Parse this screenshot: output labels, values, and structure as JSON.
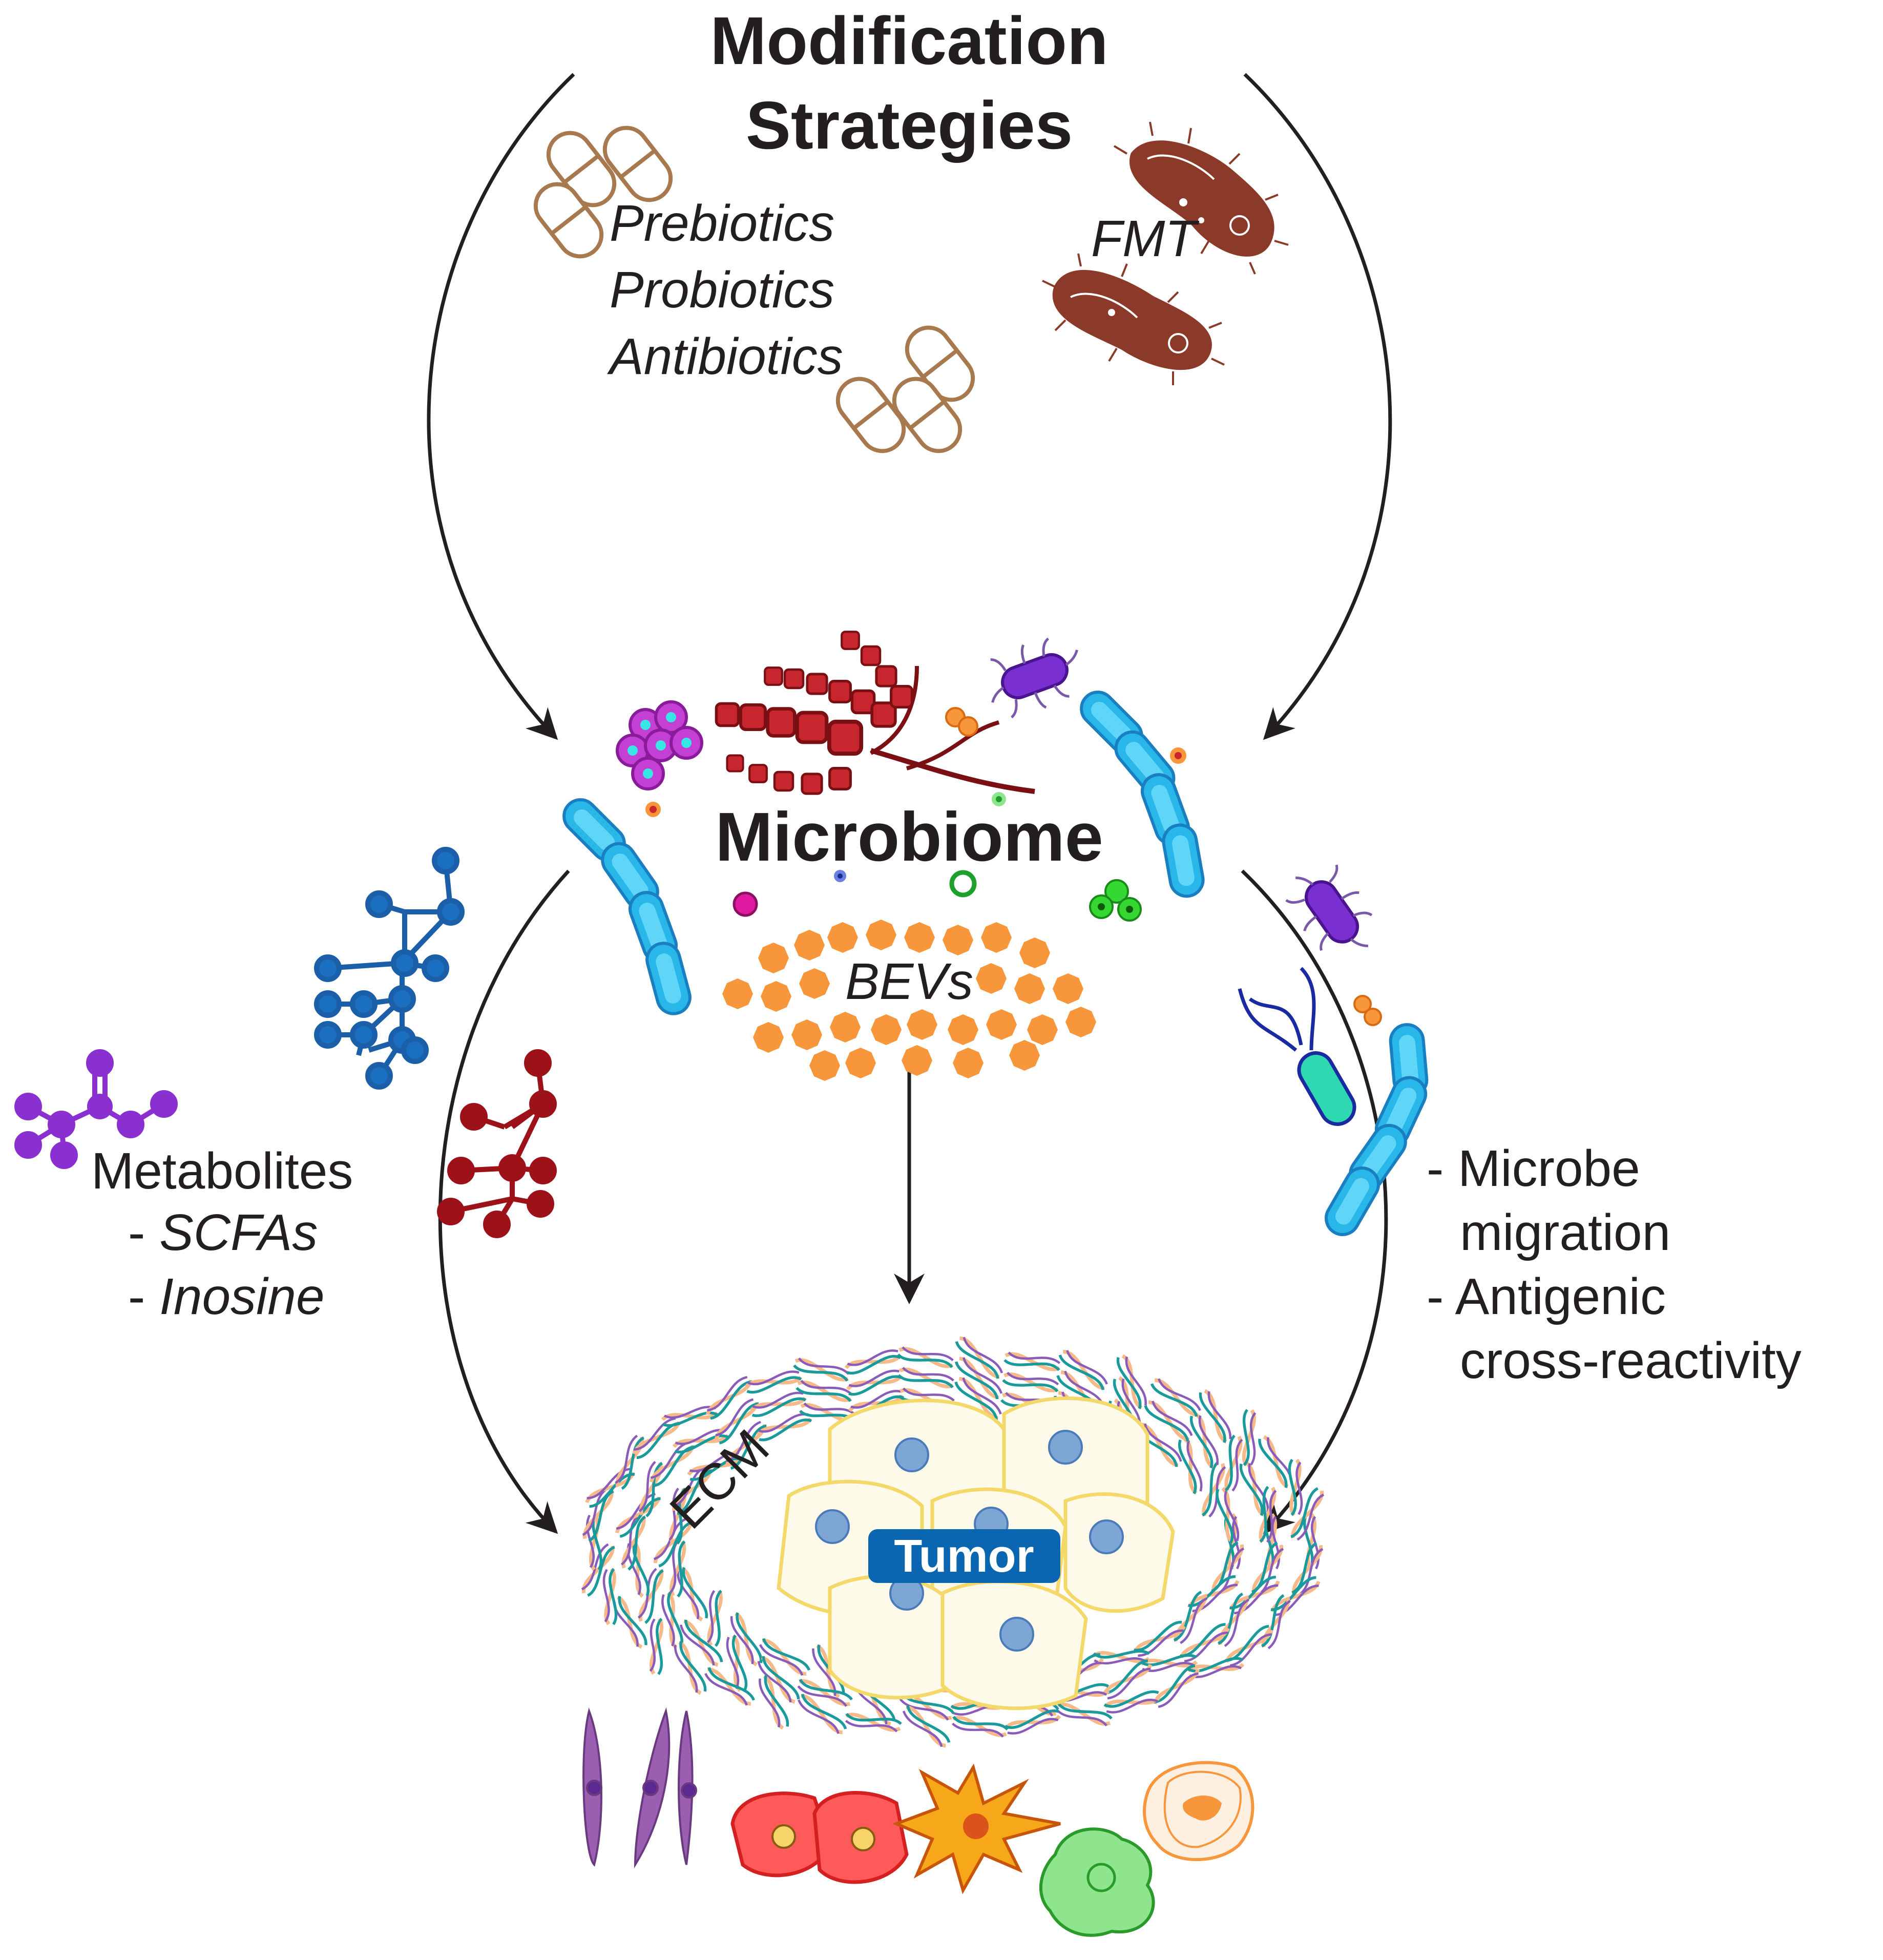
{
  "title_line1": "Modification",
  "title_line2": "Strategies",
  "strategies": [
    "Prebiotics",
    "Probiotics",
    "Antibiotics"
  ],
  "fmt_label": "FMT",
  "microbiome_label": "Microbiome",
  "bevs_label": "BEVs",
  "metabolites": {
    "heading": "Metabolites",
    "items": [
      {
        "dash": "- ",
        "text": "SCFAs"
      },
      {
        "dash": "- ",
        "text": "Inosine"
      }
    ]
  },
  "right_notes": [
    {
      "dash": "- ",
      "line1": "Microbe",
      "line2": "migration"
    },
    {
      "dash": "- ",
      "line1": "Antigenic",
      "line2": "cross-reactivity"
    }
  ],
  "ecm_label": "ECM",
  "tumor_label": "Tumor",
  "colors": {
    "text": "#231f20",
    "pill": "#a8794e",
    "fmt_bacteria": "#8b3a2a",
    "red_chain": "#b01e27",
    "blue_rod": "#29b6e8",
    "bev_orange": "#f7963a",
    "purple_bacteria": "#7a2fd0",
    "tumor_badge": "#0a66b0",
    "tumor_cell": "#fdfaea",
    "nucleus": "#7ea6d4"
  },
  "icons": [
    "capsule-icon",
    "fmt-bacteria-icon",
    "bacteria-icon",
    "molecule-icon",
    "immune-cell-icon"
  ]
}
